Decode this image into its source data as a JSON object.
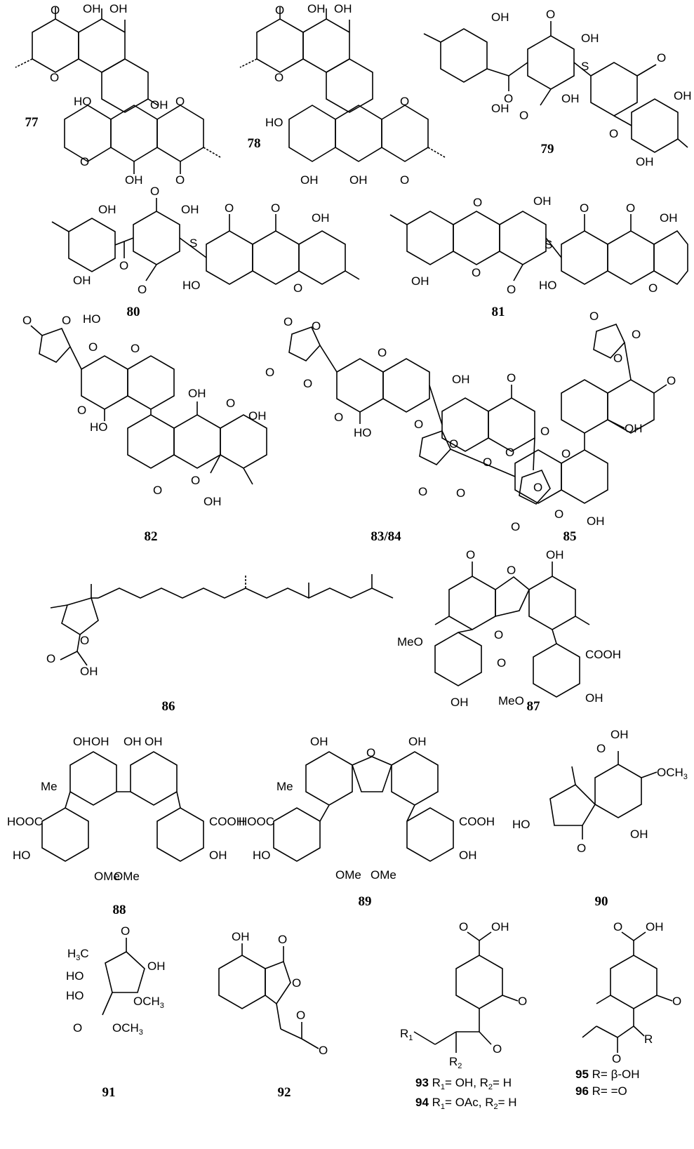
{
  "compounds": [
    {
      "label": "77"
    },
    {
      "label": "78"
    },
    {
      "label": "79"
    },
    {
      "label": "80"
    },
    {
      "label": "81"
    },
    {
      "label": "82"
    },
    {
      "label": "83/84"
    },
    {
      "label": "85"
    },
    {
      "label": "86"
    },
    {
      "label": "87"
    },
    {
      "label": "88"
    },
    {
      "label": "89"
    },
    {
      "label": "90"
    },
    {
      "label": "91"
    },
    {
      "label": "92"
    },
    {
      "label": "93"
    },
    {
      "label": "94"
    },
    {
      "label": "95"
    },
    {
      "label": "96"
    }
  ],
  "atoms": {
    "OH": "OH",
    "O": "O",
    "HO": "HO",
    "S": "S",
    "Me": "Me",
    "MeO": "MeO",
    "COOH": "COOH",
    "HOOC": "HOOC",
    "OMe": "OMe",
    "OCH": "OCH",
    "H": "H",
    "C": "C",
    "R": "R",
    "sub3": "3",
    "sub1": "1",
    "sub2": "2"
  },
  "notes": {
    "n93_a": " R",
    "n93_b": "= OH, R",
    "n93_c": "= H",
    "n94_a": " R",
    "n94_b": "= OAc, R",
    "n94_c": "= H",
    "n95": " R= β-OH",
    "n96": " R= =O"
  }
}
